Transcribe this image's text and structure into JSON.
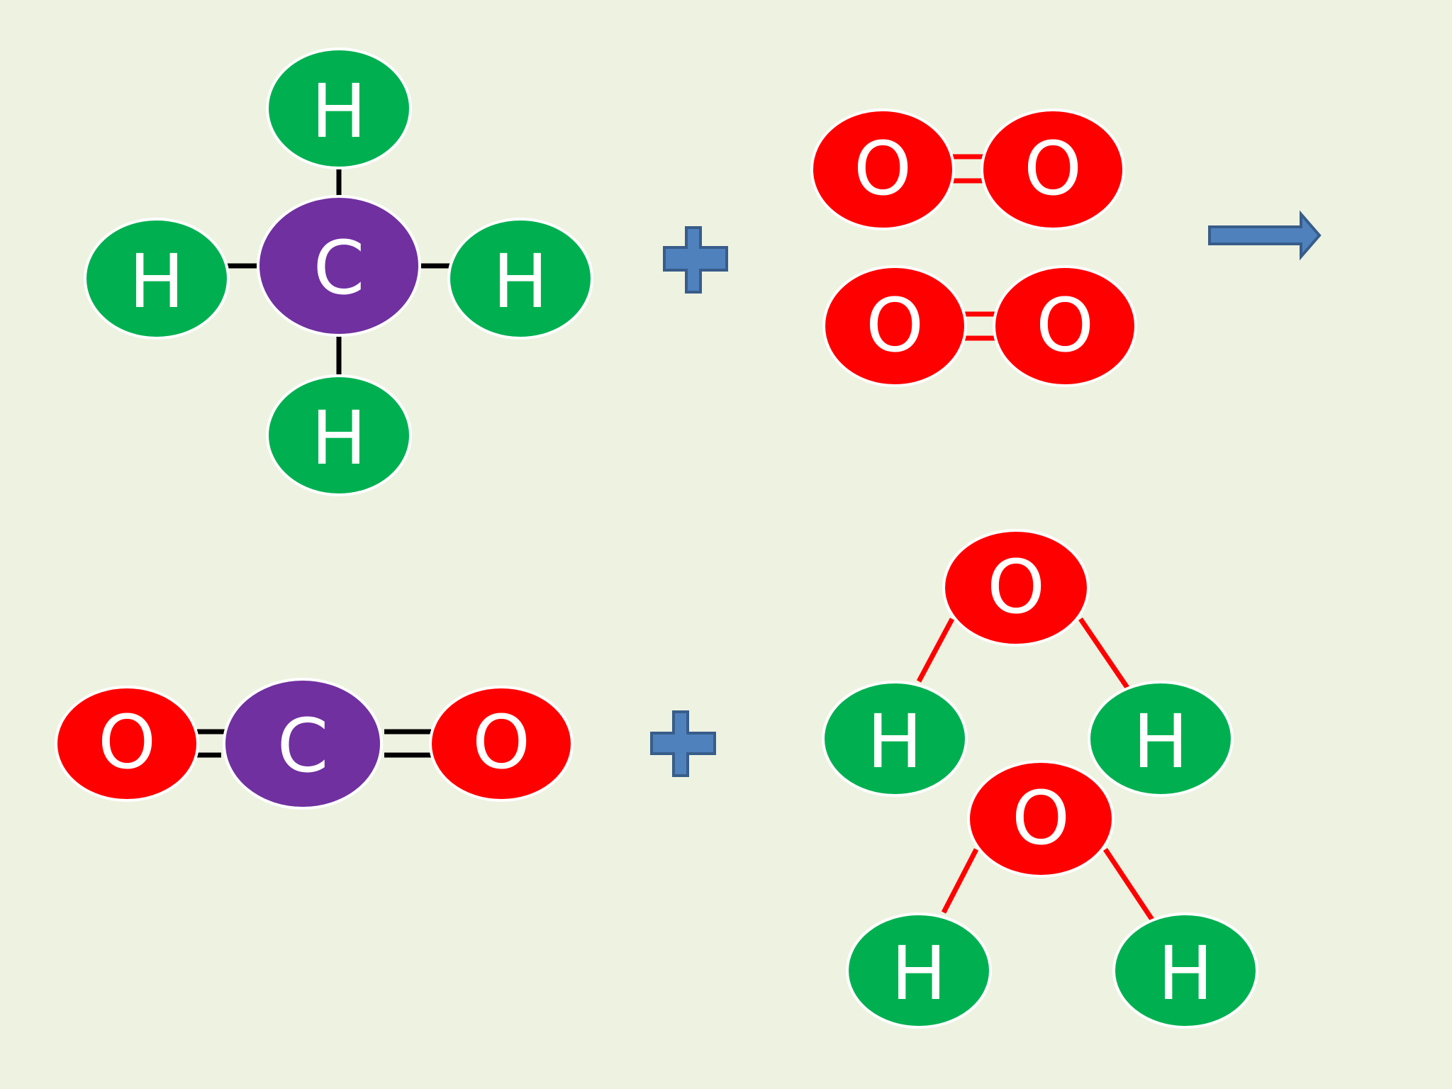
{
  "colors": {
    "background": "#eef2e1",
    "hydrogen": "#00b050",
    "carbon": "#7030a0",
    "oxygen": "#ff0000",
    "bond_black": "#000000",
    "bond_red": "#ff0000",
    "operator_fill": "#4f81bd",
    "operator_stroke": "#385d8a"
  },
  "reactants": {
    "methane": {
      "center": "C",
      "h_top": "H",
      "h_left": "H",
      "h_right": "H",
      "h_bottom": "H"
    },
    "oxygen_1": {
      "left": "O",
      "right": "O"
    },
    "oxygen_2": {
      "left": "O",
      "right": "O"
    }
  },
  "products": {
    "carbon_dioxide": {
      "left": "O",
      "center": "C",
      "right": "O"
    },
    "water_1": {
      "center": "O",
      "left": "H",
      "right": "H"
    },
    "water_2": {
      "center": "O",
      "left": "H",
      "right": "H"
    }
  },
  "icons": {
    "plus": "plus-icon",
    "arrow": "right-arrow-icon"
  }
}
